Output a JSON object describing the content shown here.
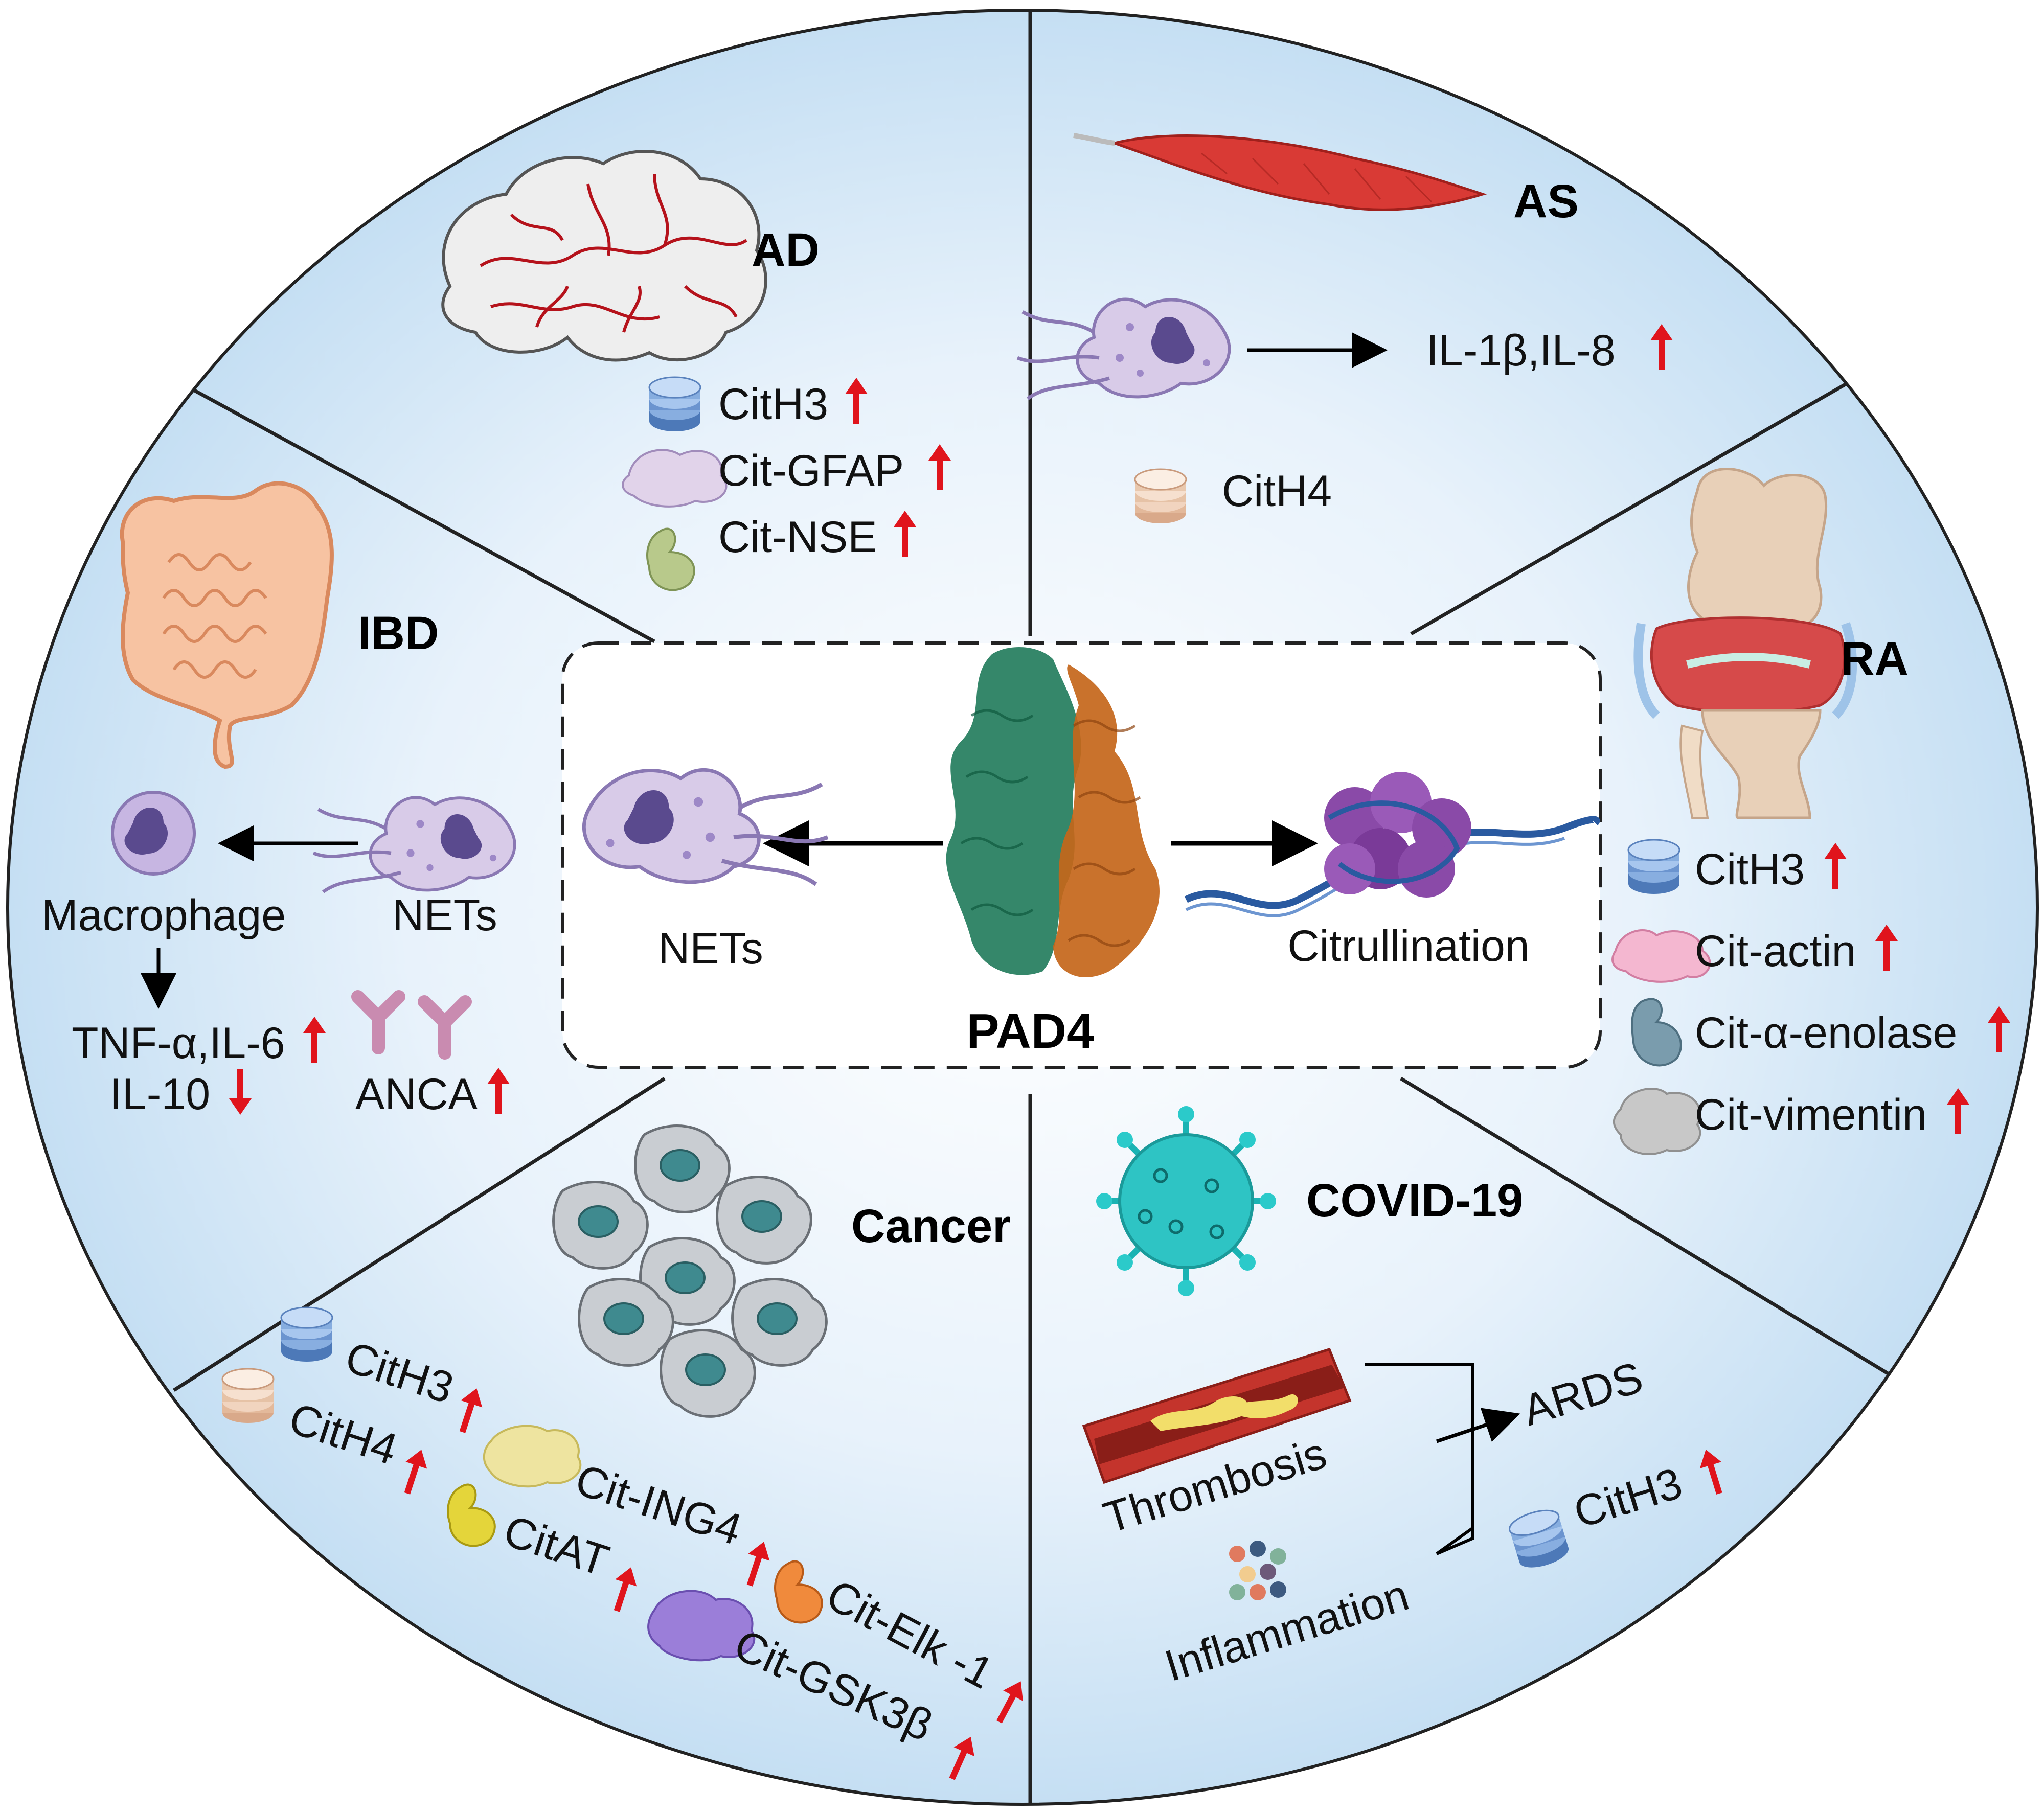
{
  "center": {
    "title": "PAD4",
    "left_label": "NETs",
    "right_label": "Citrullination"
  },
  "sectors": {
    "ad": {
      "title": "AD",
      "markers": [
        "CitH3",
        "Cit-GFAP",
        "Cit-NSE"
      ]
    },
    "as": {
      "title": "AS",
      "cytokines": "IL-1β,IL-8",
      "markers": [
        "CitH4"
      ]
    },
    "ra": {
      "title": "RA",
      "markers": [
        "CitH3",
        "Cit-actin",
        "Cit-α-enolase",
        "Cit-vimentin"
      ]
    },
    "ibd": {
      "title": "IBD",
      "nets": "NETs",
      "macrophage": "Macrophage",
      "cytokines_up": "TNF-α,IL-6",
      "cytokines_down": "IL-10",
      "anca": "ANCA"
    },
    "cancer": {
      "title": "Cancer",
      "markers": [
        "CitH3",
        "CitH4",
        "Cit-ING4",
        "CitAT",
        "Cit-Elk -1",
        "Cit-GSK3β"
      ]
    },
    "covid": {
      "title": "COVID-19",
      "thrombosis": "Thrombosis",
      "inflammation": "Inflammation",
      "ards": "ARDS",
      "marker": "CitH3"
    }
  },
  "colors": {
    "up_arrow": "#e0141c",
    "down_arrow": "#e0141c",
    "background": "#d6e9f7",
    "protein_green": "#1f7a5a",
    "protein_orange": "#c4661a"
  },
  "icons": [
    "brain-icon",
    "muscle-icon",
    "neutrophil-icon",
    "knee-joint-icon",
    "intestine-icon",
    "macrophage-icon",
    "antibody-icon",
    "cancer-cells-icon",
    "virus-icon",
    "blood-vessel-icon",
    "nucleosome-icon",
    "protein-structure-icon"
  ]
}
